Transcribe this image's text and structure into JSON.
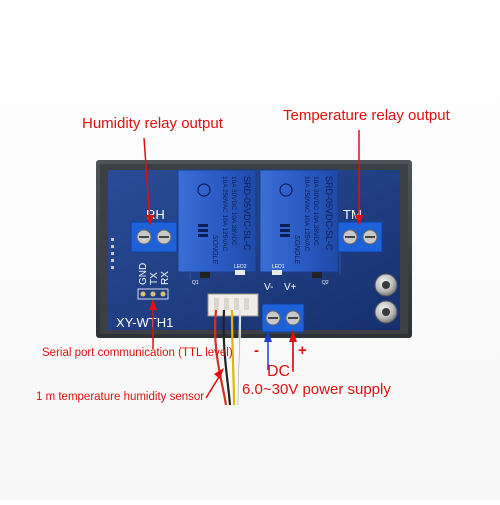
{
  "callouts": {
    "humidity_relay": "Humidity relay output",
    "temperature_relay": "Temperature relay output",
    "serial_port": "Serial port communication (TTL level)",
    "sensor": "1 m temperature humidity sensor",
    "dc": "DC",
    "power": "6.0~30V power supply",
    "minus": "-",
    "plus": "+"
  },
  "board": {
    "model": "XY-WTH1",
    "rh_label": "RH",
    "tm_label": "TM",
    "gnd": "GND",
    "tx": "TX",
    "rx": "RX",
    "vminus": "V-",
    "vplus": "V+",
    "led1": "LED1",
    "led2": "LED2",
    "q1": "Q1",
    "q2": "Q2"
  },
  "relay": {
    "brand": "SONGLE",
    "model": "SRD-05VDC-SL-C",
    "rating_1": "10A 250VAC 10A 125VAC",
    "rating_2": "10A 30VDC 10A 28VDC"
  },
  "colors": {
    "callout_red": "#e01010",
    "pcb_blue": "#1f3f86",
    "relay_blue": "#2b5ec9",
    "terminal_blue": "#1d62d8",
    "arrow_blue": "#1a3fd0"
  }
}
